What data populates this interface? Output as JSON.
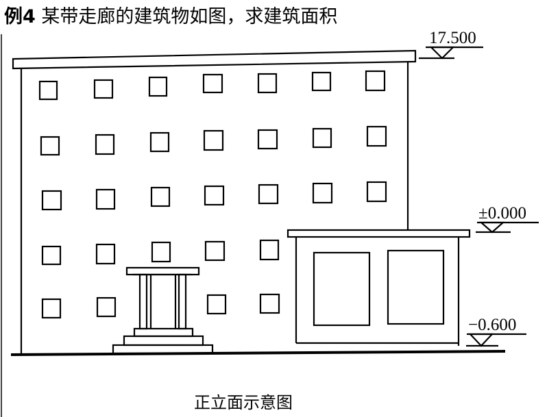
{
  "title": {
    "label": "例4",
    "text": "某带走廊的建筑物如图，求建筑面积"
  },
  "levels": [
    {
      "id": "top",
      "text": "17.500"
    },
    {
      "id": "floor",
      "text": "±0.000"
    },
    {
      "id": "ground",
      "text": "−0.600"
    }
  ],
  "caption": "正立面示意图"
}
